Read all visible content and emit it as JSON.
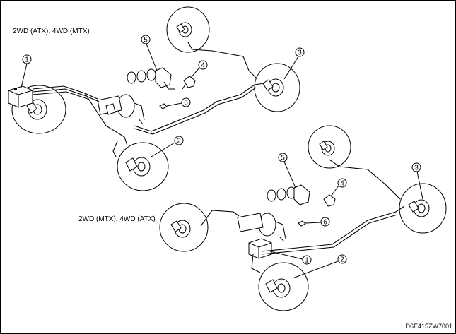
{
  "diagram": {
    "top_variant_label": "2WD (ATX), 4WD (MTX)",
    "bottom_variant_label": "2WD (MTX), 4WD (ATX)",
    "image_code": "D6E415ZW7001",
    "top_callouts": [
      "1",
      "2",
      "3",
      "4",
      "5",
      "6"
    ],
    "bottom_callouts": [
      "1",
      "2",
      "3",
      "4",
      "5",
      "6"
    ]
  }
}
